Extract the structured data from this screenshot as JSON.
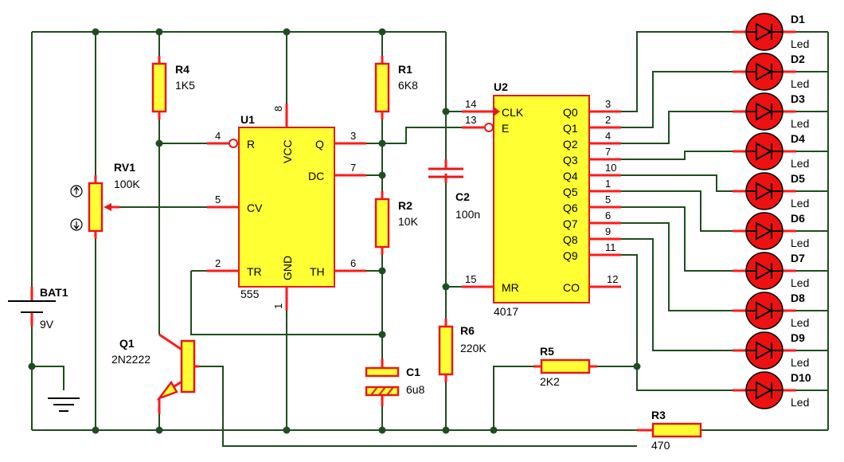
{
  "colors": {
    "wire": "#1f4d1f",
    "lead": "#ff1a1a",
    "body": "#ffff33",
    "outline": "#e31a1a",
    "led": "#ee1111"
  },
  "icons": {
    "rv1_up": "up-arrow-icon",
    "rv1_down": "down-arrow-icon",
    "ground": "ground-icon"
  },
  "u1": {
    "ref": "U1",
    "type": "555",
    "pins": {
      "r": "R",
      "vcc": "VCC",
      "q": "Q",
      "dc": "DC",
      "cv": "CV",
      "tr": "TR",
      "gnd": "GND",
      "th": "TH"
    },
    "pin_numbers": {
      "r": "4",
      "vcc": "8",
      "q": "3",
      "dc": "7",
      "cv": "5",
      "tr": "2",
      "gnd": "1",
      "th": "6"
    }
  },
  "u2": {
    "ref": "U2",
    "type": "4017",
    "left_pins": {
      "clk": "CLK",
      "e": "E",
      "mr": "MR"
    },
    "left_pin_numbers": {
      "clk": "14",
      "e": "13",
      "mr": "15"
    },
    "outputs": [
      "Q0",
      "Q1",
      "Q2",
      "Q3",
      "Q4",
      "Q5",
      "Q6",
      "Q7",
      "Q8",
      "Q9"
    ],
    "output_pins": [
      "3",
      "2",
      "4",
      "7",
      "10",
      "1",
      "5",
      "6",
      "9",
      "11"
    ],
    "co": "CO",
    "co_pin": "12"
  },
  "components": {
    "r1": {
      "ref": "R1",
      "value": "6K8"
    },
    "r2": {
      "ref": "R2",
      "value": "10K"
    },
    "r3": {
      "ref": "R3",
      "value": "470"
    },
    "r4": {
      "ref": "R4",
      "value": "1K5"
    },
    "r5": {
      "ref": "R5",
      "value": "2K2"
    },
    "r6": {
      "ref": "R6",
      "value": "220K"
    },
    "rv1": {
      "ref": "RV1",
      "value": "100K"
    },
    "c1": {
      "ref": "C1",
      "value": "6u8"
    },
    "c2": {
      "ref": "C2",
      "value": "100n"
    },
    "q1": {
      "ref": "Q1",
      "value": "2N2222"
    },
    "bat1": {
      "ref": "BAT1",
      "value": "9V"
    }
  },
  "leds": [
    {
      "ref": "D1",
      "value": "Led"
    },
    {
      "ref": "D2",
      "value": "Led"
    },
    {
      "ref": "D3",
      "value": "Led"
    },
    {
      "ref": "D4",
      "value": "Led"
    },
    {
      "ref": "D5",
      "value": "Led"
    },
    {
      "ref": "D6",
      "value": "Led"
    },
    {
      "ref": "D7",
      "value": "Led"
    },
    {
      "ref": "D8",
      "value": "Led"
    },
    {
      "ref": "D9",
      "value": "Led"
    },
    {
      "ref": "D10",
      "value": "Led"
    }
  ]
}
